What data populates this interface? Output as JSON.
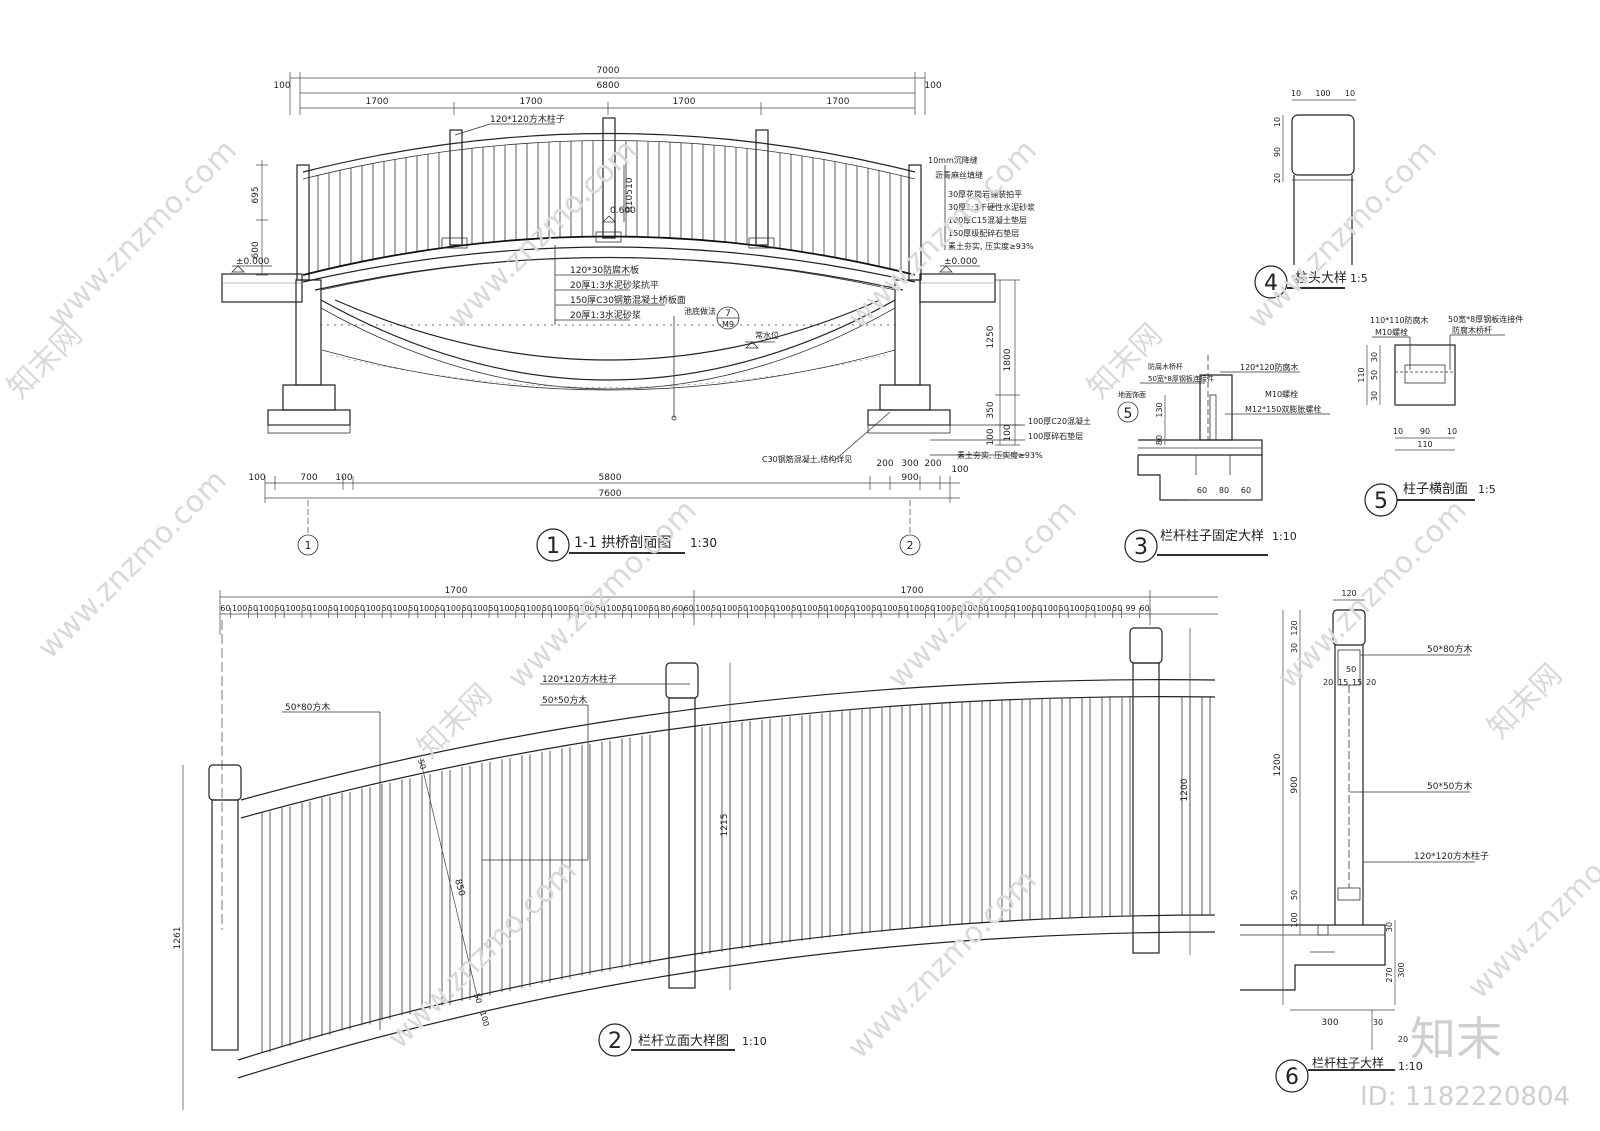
{
  "detail1": {
    "title": "1-1  拱桥剖面图",
    "scale": "1:30",
    "number": "1",
    "top_dims": [
      "7000",
      "6800",
      "100",
      "100",
      "1700",
      "1700",
      "1700",
      "1700"
    ],
    "left_dims": [
      "695",
      "600"
    ],
    "right_dims": [
      "1250",
      "1800",
      "350",
      "100",
      "100"
    ],
    "bottom_dims": [
      "100",
      "700",
      "100",
      "5800",
      "200",
      "300",
      "200",
      "100",
      "900",
      "7600"
    ],
    "elevation_left": "±0.000",
    "elevation_right": "±0.000",
    "elevation_top": "0.600",
    "radius": "R10510",
    "post_note": "120*120方木柱子",
    "layer_notes": [
      "120*30防腐木板",
      "20厚1:3水泥砂浆抗平",
      "150厚C30钢筋混凝土桥板面",
      "20厚1:3水泥砂浆"
    ],
    "pavement_notes": [
      "10mm沉降缝",
      "沥青麻丝填缝",
      "30厚花岗岩铺装拍平",
      "30厚1:3干硬性水泥砂浆",
      "100厚C15混凝土垫层",
      "150厚级配碎石垫层",
      "素土夯实, 压实度≥93%"
    ],
    "found_notes": [
      "100厚C20混凝土",
      "100厚碎石垫层",
      "素土夯实, 压实度≥93%"
    ],
    "c30_note": "C30钢筋混凝土,结构详见",
    "pool_note": "池底做法",
    "ref_num": "7",
    "ref_sheet": "M9",
    "water_note": "常水位",
    "axis_a": "1",
    "axis_b": "2"
  },
  "detail2": {
    "title": "栏杆立面大样图",
    "scale": "1:10",
    "number": "2",
    "top_dims": [
      "1700",
      "1700"
    ],
    "spacing": [
      "60",
      "100",
      "50",
      "100",
      "50",
      "100",
      "50",
      "100",
      "50",
      "100",
      "50",
      "100",
      "50",
      "100",
      "50",
      "100",
      "50",
      "100",
      "50",
      "100",
      "50",
      "100",
      "50",
      "100",
      "50",
      "100",
      "50",
      "100",
      "50",
      "100",
      "50",
      "100",
      "50",
      "80",
      "60",
      "60",
      "100",
      "50",
      "100",
      "50",
      "100",
      "50",
      "100",
      "50",
      "100",
      "50",
      "100",
      "50",
      "100",
      "50",
      "100",
      "50",
      "100",
      "50",
      "100",
      "50",
      "100",
      "50",
      "100",
      "50",
      "100",
      "50",
      "100",
      "50",
      "100",
      "50",
      "100",
      "50",
      "99",
      "60"
    ],
    "notes": [
      "50*80方木",
      "120*120方木柱子",
      "50*50方木"
    ],
    "dims": [
      "1261",
      "1215",
      "1200",
      "850",
      "50",
      "50",
      "100"
    ]
  },
  "detail3": {
    "title": "栏杆柱子固定大样",
    "scale": "1:10",
    "number": "3",
    "ref": "5",
    "notes": [
      "120*120防腐木",
      "防腐木桥杆",
      "50宽*8厚钢板连接件",
      "M10螺栓",
      "M12*150双膨胀螺栓",
      "地面饰面"
    ],
    "dims": [
      "130",
      "80",
      "60",
      "80",
      "60"
    ]
  },
  "detail4": {
    "title": "柱头大样",
    "scale": "1:5",
    "number": "4",
    "dims": [
      "10",
      "100",
      "10",
      "10",
      "90",
      "20"
    ]
  },
  "detail5": {
    "title": "柱子横剖面",
    "scale": "1:5",
    "number": "5",
    "notes": [
      "110*110防腐木",
      "M10螺栓",
      "50宽*8厚钢板连接件",
      "防腐木桥杆"
    ],
    "dims": [
      "110",
      "30",
      "50",
      "30",
      "10",
      "90",
      "10",
      "110"
    ]
  },
  "detail6": {
    "title": "栏杆柱子大样",
    "scale": "1:10",
    "number": "6",
    "notes": [
      "50*80方木",
      "50*50方木",
      "120*120方木柱子"
    ],
    "dims": [
      "120",
      "120",
      "30",
      "50",
      "20",
      "15",
      "15",
      "20",
      "1200",
      "900",
      "50",
      "100",
      "30",
      "270",
      "300",
      "300",
      "30",
      "20"
    ]
  },
  "watermark": {
    "site": "www.znzmo.com",
    "brand": "知末网",
    "logo": "知末",
    "id": "ID: 1182220804"
  }
}
